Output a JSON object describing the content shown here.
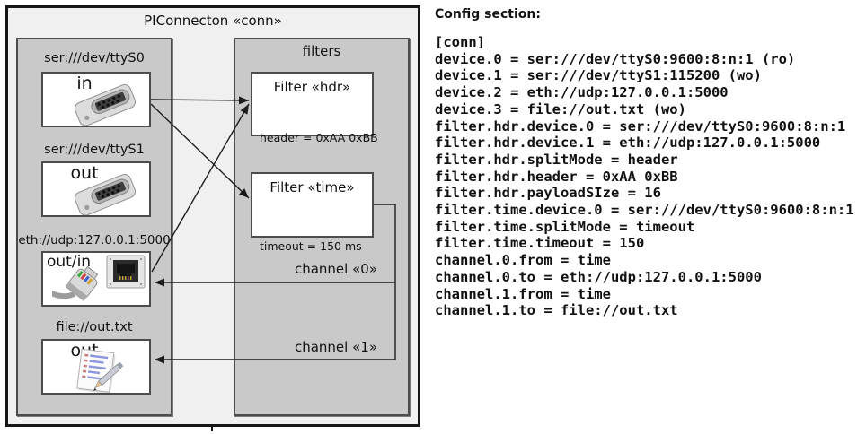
{
  "diagram": {
    "title": "PIConnecton «conn»",
    "devices": [
      {
        "label": "ser:///dev/ttyS0",
        "direction": "in",
        "icon": "serial-connector-icon"
      },
      {
        "label": "ser:///dev/ttyS1",
        "direction": "out",
        "icon": "serial-connector-icon"
      },
      {
        "label": "eth://udp:127.0.0.1:5000",
        "direction": "out/in",
        "icon": "ethernet-connector-icon"
      },
      {
        "label": "file://out.txt",
        "direction": "out",
        "icon": "notepad-icon"
      }
    ],
    "filters_group_label": "filters",
    "filters": [
      {
        "title": "Filter «hdr»",
        "attrs": [
          "header = 0xAA 0xBB",
          "payloadSize = 16"
        ]
      },
      {
        "title": "Filter «time»",
        "attrs": [
          "timeout = 150 ms"
        ]
      }
    ],
    "channels": [
      {
        "label": "channel «0»"
      },
      {
        "label": "channel «1»"
      }
    ]
  },
  "config": {
    "header": "Config section:",
    "lines": [
      "[conn]",
      "device.0 = ser:///dev/ttyS0:9600:8:n:1 (ro)",
      "device.1 = ser:///dev/ttyS1:115200 (wo)",
      "device.2 = eth://udp:127.0.0.1:5000",
      "device.3 = file://out.txt (wo)",
      "filter.hdr.device.0 = ser:///dev/ttyS0:9600:8:n:1",
      "filter.hdr.device.1 = eth://udp:127.0.0.1:5000",
      "filter.hdr.splitMode = header",
      "filter.hdr.header = 0xAA 0xBB",
      "filter.hdr.payloadSIze = 16",
      "filter.time.device.0 = ser:///dev/ttyS0:9600:8:n:1",
      "filter.time.splitMode = timeout",
      "filter.time.timeout = 150",
      "channel.0.from = time",
      "channel.0.to = eth://udp:127.0.0.1:5000",
      "channel.1.from = time",
      "channel.1.to = file://out.txt"
    ]
  },
  "colors": {
    "outer_fill": "#f0f0f0",
    "group_fill": "#c9c9c9",
    "box_fill": "#ffffff",
    "border_dark": "#4c4c4c",
    "outer_border": "#161616",
    "wire": "#1c1c1c"
  }
}
